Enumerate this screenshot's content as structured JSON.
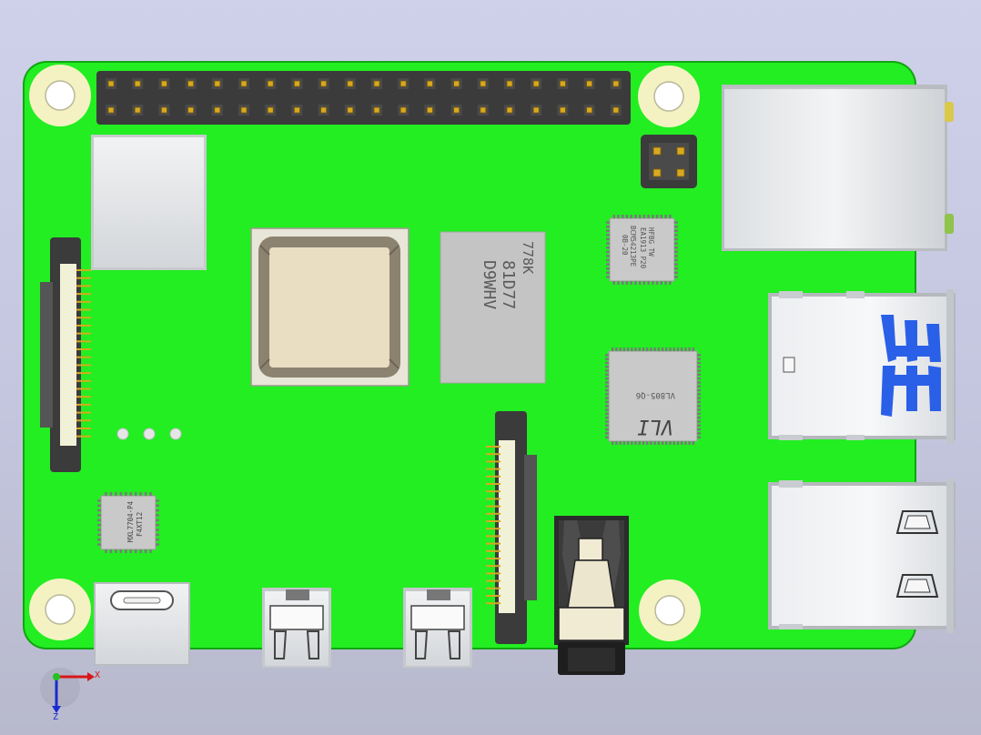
{
  "colors": {
    "background": "#c9cae4",
    "pcb": "#22ee22",
    "pcb_edge": "#12a412",
    "mounting_pad": "#f4f2c2",
    "metal": "#e6e8ea",
    "metal_dark": "#a9acb0",
    "chip_black": "#3b3b3b",
    "soc_body": "#e9ddc2",
    "soc_border": "#8c8270",
    "ram_body": "#c4c4c4",
    "usb3_blue": "#2a60e8",
    "gold_pin": "#d8a820"
  },
  "chips": {
    "ram": {
      "line1": "778K",
      "line2": "81D77",
      "line3": "D9WHV"
    },
    "ethernet_phy": {
      "line1": "BCM54213PE",
      "line2": "HFBG TW",
      "line3": "EA1913 P20",
      "line4": "0B-20"
    },
    "usb_controller": {
      "line1": "VL805-Q6",
      "logo": "VLI"
    },
    "pmic": {
      "line1": "MXL7704-P4",
      "line2": "F4XT12"
    }
  },
  "triad": {
    "x_label": "X",
    "z_label": "Z"
  }
}
